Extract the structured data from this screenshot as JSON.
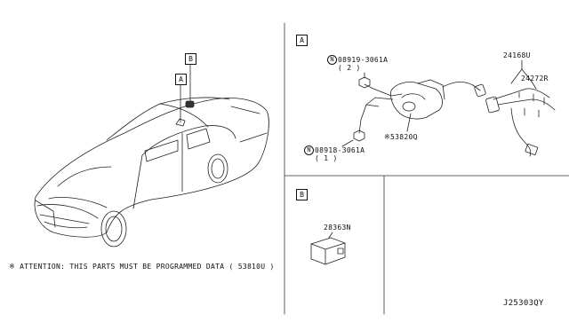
{
  "callouts": {
    "car_a": "A",
    "car_b": "B",
    "section_a": "A",
    "section_b": "B"
  },
  "parts": {
    "p1_symbol": "N",
    "p1_number": "08919-3061A",
    "p1_qty": "( 2 )",
    "p2_symbol": "N",
    "p2_number": "08918-3061A",
    "p2_qty": "( 1 )",
    "p3_number": "※53820Q",
    "p4_number": "24168U",
    "p5_number": "24272R",
    "p6_number": "28363N"
  },
  "note": "※ ATTENTION: THIS PARTS MUST BE PROGRAMMED DATA ( 53810U )",
  "diagram_code": "J25303QY"
}
